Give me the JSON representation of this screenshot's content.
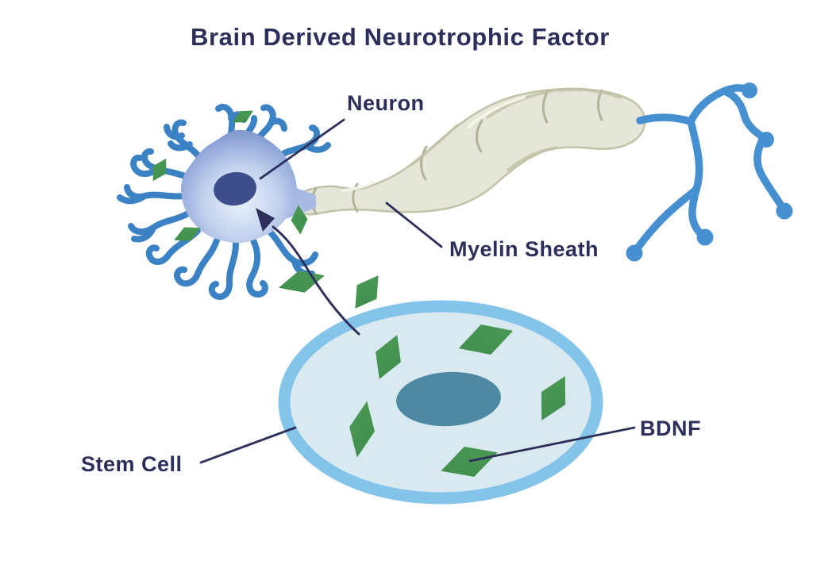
{
  "diagram": {
    "title": "Brain Derived Neurotrophic Factor",
    "annotations": [
      {
        "label": "Neuron",
        "target": "neuron-cell-body"
      },
      {
        "label": "Myelin Sheath",
        "target": "myelin-sheath"
      },
      {
        "label": "Stem Cell",
        "target": "stem-cell"
      },
      {
        "label": "BDNF",
        "target": "bdnf-molecule"
      }
    ],
    "bdnf_molecule_count": 11,
    "flow": "BDNF molecules released by the stem cell travel toward the neuron (curved arrow)"
  },
  "colors": {
    "background": "#ffffff",
    "text_navy": "#2d2f5b",
    "dendrite_blue": "#3b82c4",
    "terminal_blue": "#4690d1",
    "neuron_body_light": "#eaf1fb",
    "neuron_body_dark": "#7289c7",
    "neuron_nucleus_navy": "#3d4f8b",
    "myelin_fill": "#e6e6d8",
    "myelin_outline": "#c2c2a9",
    "myelin_crease": "#b2b296",
    "stem_cell_ring_blue": "#84c3ea",
    "stem_cell_fill": "#d9e9f0",
    "stem_cell_nucleus_teal": "#4e89a3",
    "bdnf_green": "#4d9a57",
    "bdnf_green_dark": "#3f8d4b",
    "annotation_line": "#2d2f5b"
  }
}
